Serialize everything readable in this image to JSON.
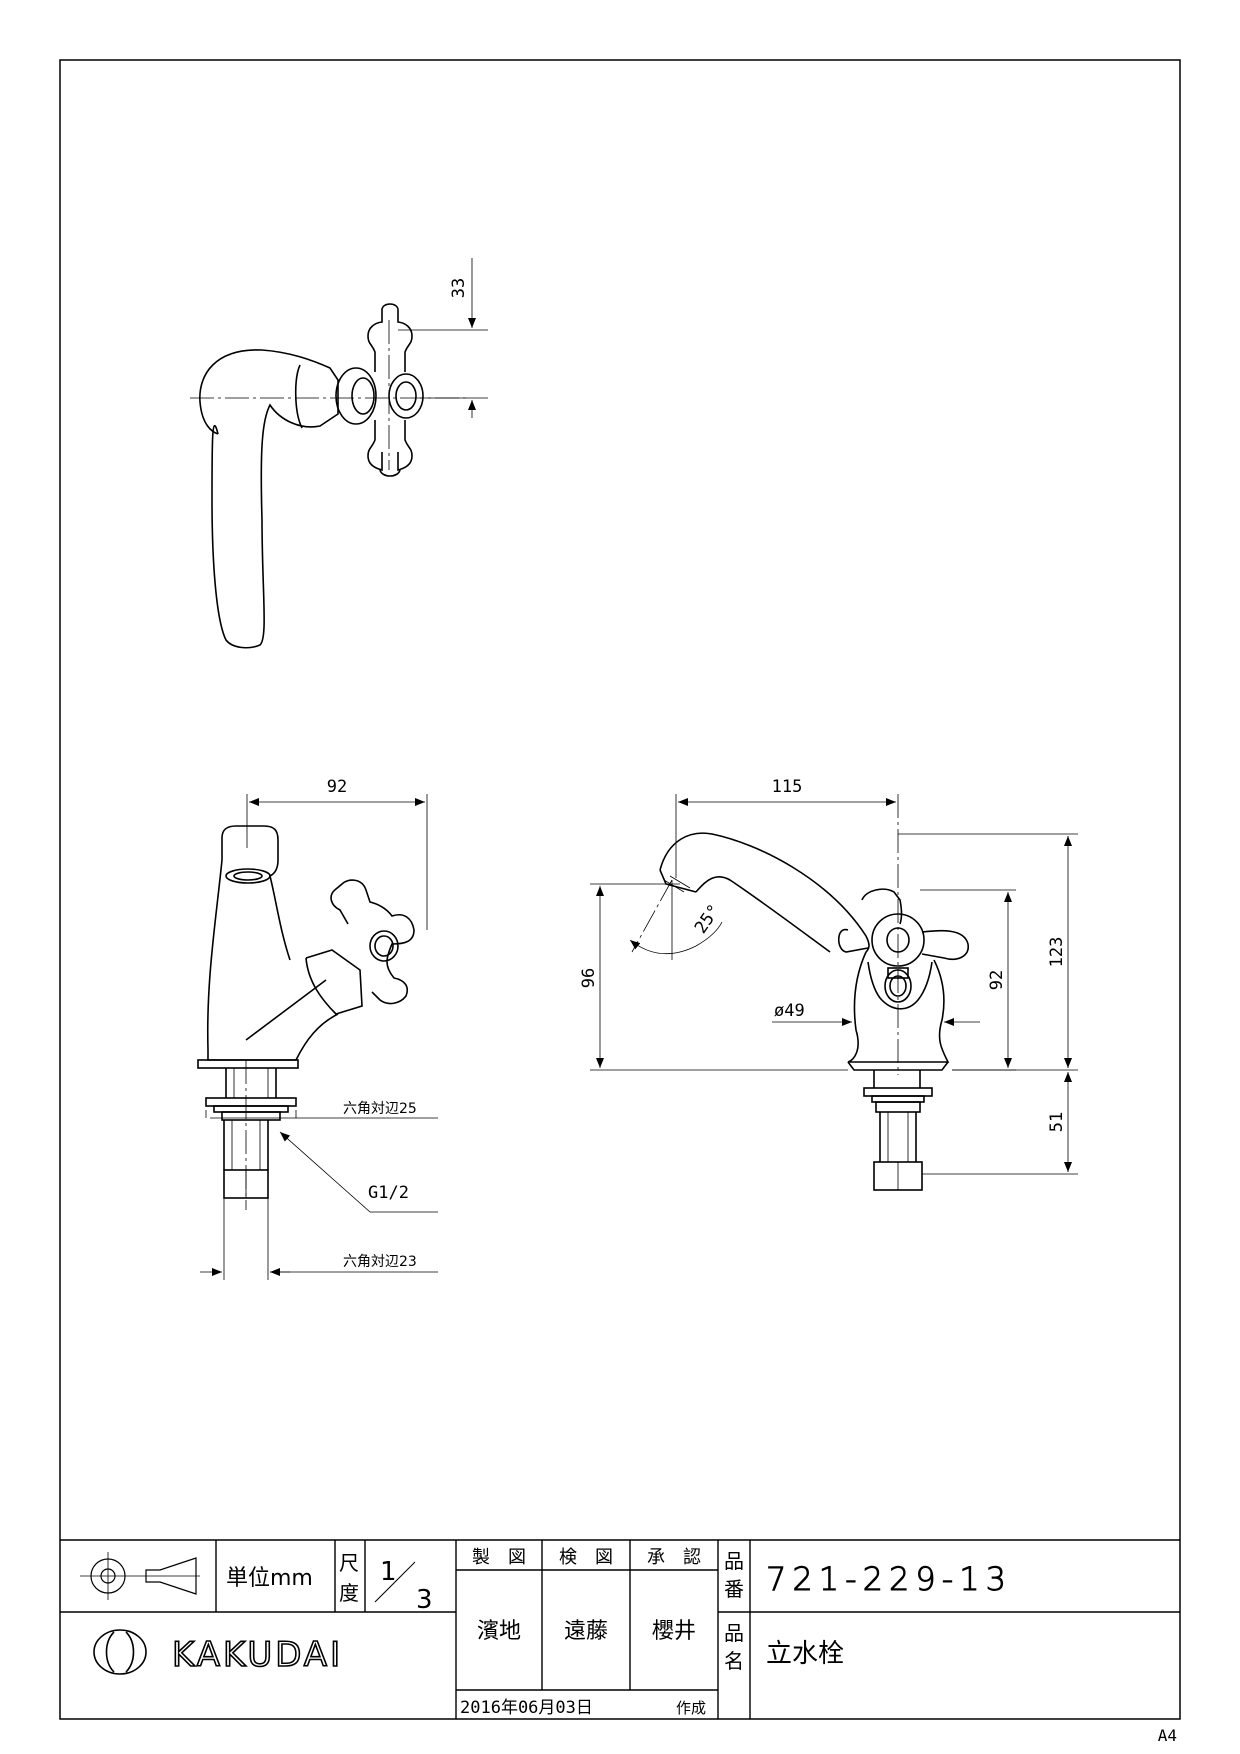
{
  "sheet": {
    "size_label": "A4"
  },
  "dimensions": {
    "top_view": {
      "handle_offset": "33"
    },
    "front_view": {
      "width": "92",
      "hex_top": "六角対辺25",
      "thread": "G1/2",
      "hex_bottom": "六角対辺23"
    },
    "side_view": {
      "reach": "115",
      "spout_height": "96",
      "angle": "25°",
      "base_diameter": "ø49",
      "handle_height": "92",
      "total_height": "123",
      "shank_length": "51"
    }
  },
  "title_block": {
    "unit_label": "単位mm",
    "scale_label_1": "尺",
    "scale_label_2": "度",
    "scale_num": "1",
    "scale_den": "3",
    "made_label": "製　図",
    "check_label": "検　図",
    "approve_label": "承　認",
    "made_by": "濱地",
    "checked_by": "遠藤",
    "approved_by": "櫻井",
    "date": "2016年06月03日",
    "created_label": "作成",
    "part_no_label_1": "品",
    "part_no_label_2": "番",
    "part_no": "721-229-13",
    "part_name_label_1": "品",
    "part_name_label_2": "名",
    "part_name": "立水栓",
    "brand": "KAKUDAI"
  }
}
